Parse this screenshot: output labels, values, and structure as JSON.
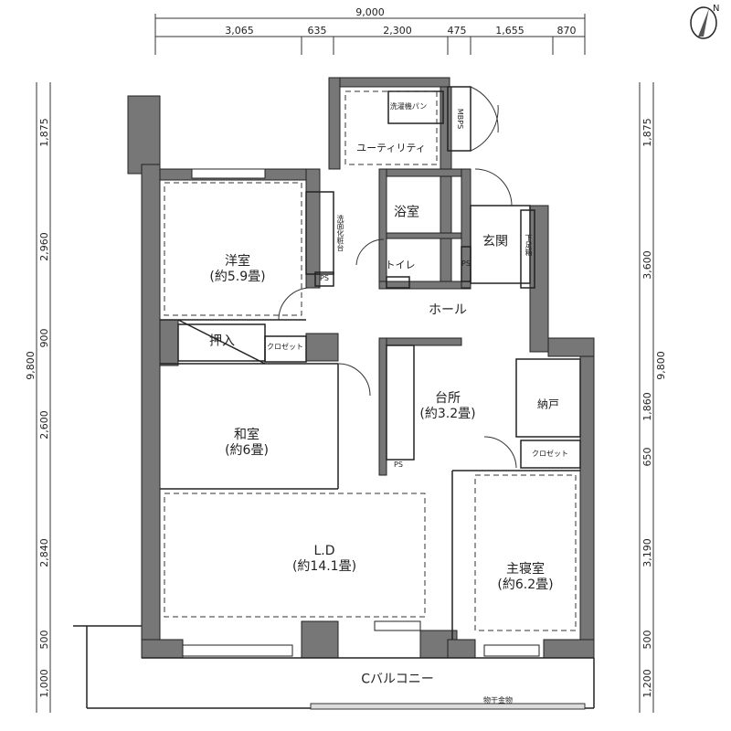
{
  "compass": {
    "label": "N"
  },
  "dimensions": {
    "top_total": "9,000",
    "top": [
      "3,065",
      "635",
      "2,300",
      "475",
      "1,655",
      "870"
    ],
    "left": [
      "1,875",
      "2,960",
      "900",
      "2,600",
      "2,840",
      "500",
      "1,000"
    ],
    "left_total": "9,800",
    "right": [
      "1,875",
      "3,600",
      "1,860",
      "650",
      "3,190",
      "500",
      "1,200"
    ],
    "right_total": "9,800"
  },
  "rooms": {
    "western": {
      "name": "洋室",
      "size": "(約5.9畳)"
    },
    "closet_oshiire": "押入",
    "closet1": "クロゼット",
    "japanese": {
      "name": "和室",
      "size": "(約6畳)"
    },
    "ld": {
      "name": "L.D",
      "size": "(約14.1畳)"
    },
    "kitchen": {
      "name": "台所",
      "size": "(約3.2畳)"
    },
    "master": {
      "name": "主寝室",
      "size": "(約6.2畳)"
    },
    "storage": "納戸",
    "closet2": "クロゼット",
    "hall": "ホール",
    "entrance": "玄関",
    "shoe": "下足箱",
    "bath": "浴室",
    "toilet": "トイレ",
    "utility": "ユーティリティ",
    "washer": "洗濯機パン",
    "vanity": "洗面化粧台",
    "mbps": "MBPS",
    "ps1": "PS",
    "ps2": "PS",
    "ps3": "PS",
    "balcony": "Cバルコニー",
    "drying": "物干金物"
  }
}
